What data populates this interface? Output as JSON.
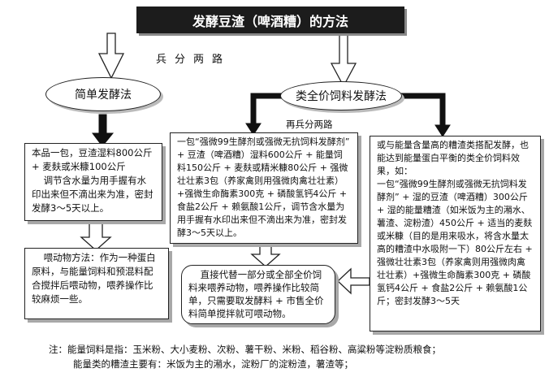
{
  "title": "发酵豆渣（啤酒糟）的方法",
  "route_label": "兵分两路",
  "ovals": {
    "simple": "简单发酵法",
    "full_price": "类全价饲料发酵法"
  },
  "sub_route_label": "再兵分两路",
  "boxes": {
    "simple_recipe": "本品一包，豆渣湿料800公斤 + 麦麸或米糠100公斤\n    调节含水量为用手握有水印出来但不滴出来为准，密封发酵3～5天以上。",
    "simple_feeding": "    喂动物方法：作为一种蛋白原料，与能量饲料和预混料配合搅拌后喂动物，喂养操作比较麻烦一些。",
    "middle_recipe": "一包“强微99生酵剂或强微无抗饲料发酵剂” + 豆渣（啤酒糟）湿料600公斤 + 能量饲料150公斤 + 麦麸或精米糠80公斤 + 强微壮壮素3包（养家禽则用强微肉禽壮壮素）+强微生命酶素300克 + 磷酸氢钙4公斤 + 食盐2公斤 + 赖氨酸1公斤，调节含水量为用手握有水印出来但不滴出来为准，密封发酵3～5天以上。",
    "direct_feeding": "    直接代替一部分或全部全价饲料来喂养动物，喂养操作比较简单，只需要取发酵料 + 市售全价料简单搅拌就可喂动物。",
    "right_recipe": "或与能量含量高的糟渣类搭配发酵，也能达到能量蛋白平衡的类全价饲料效果，如：\n一包“强微99生酵剂或强微无抗饲料发酵剂” + 湿的豆渣（啤酒糟）300公斤 + 湿的能量糟渣（如米饭为主的潲水、薯渣、淀粉渣）450公斤 + 适当的麦麸或米糠（目的是用来吸水，将含水量太高的糟渣中水吸附一下）80公斤左右 + 强微壮壮素3包（养家禽则用强微肉禽壮壮素）+强微生命酶素300克 + 磷酸氢钙4公斤 + 食盐2公斤 + 赖氨酸1公斤；密封发酵3～5天"
  },
  "notes": {
    "line_1": "注：能量饲料是指：玉米粉、大小麦粉、次粉、薯干粉、米粉、稻谷粉、高粱粉等淀粉质粮食；",
    "line_2": "能量类的糟渣主要有：米饭为主的潲水，淀粉厂的淀粉渣，薯渣等；"
  }
}
